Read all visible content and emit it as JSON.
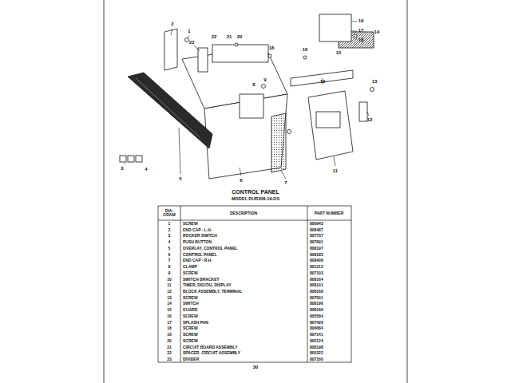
{
  "diagram": {
    "title": "CONTROL PANEL",
    "labels": [
      "MODEL DUR308-19-OS",
      "DIA- GRAM",
      "DESCRIPTION",
      "PART NUMBER",
      "1",
      "SCREW",
      "806943",
      "2",
      "END CAP - L.H.",
      "808487",
      "3",
      "ROCKER SWITCH",
      "807737",
      "4",
      "PUSH BUTTON",
      "807691",
      "5",
      "OVERLAY, CONTROL PANEL",
      "808197",
      "6",
      "CONTROL PANEL",
      "808183",
      "7",
      "END CAP - R.H.",
      "808408",
      "8",
      "CLAMP",
      "801212",
      "9",
      "SCREW",
      "807103",
      "10",
      "SWITCH BRACKET",
      "808164",
      "11",
      "TIMER, DIGITAL DISPLAY",
      "808101",
      "12",
      "BLOCK ASSEMBLY, TERMINAL",
      "808168",
      "13",
      "SCREW",
      "807501",
      "14",
      "SWITCH",
      "808196",
      "15",
      "GUARD",
      "808166",
      "16",
      "SCREW",
      "805584",
      "17",
      "SPLASH PAN",
      "807429",
      "18",
      "SCREW",
      "806684",
      "19",
      "SCREW",
      "807141",
      "20",
      "SCREW",
      "805124",
      "21",
      "CIRCUIT BOARD ASSEMBLY",
      "808198",
      "22",
      "SPACER, CIRCUIT ASSEMBLY",
      "805322",
      "23",
      "DIVIDER",
      "807160",
      "1",
      "2",
      "3",
      "4",
      "5",
      "6",
      "7",
      "8",
      "9",
      "10",
      "11",
      "12",
      "13",
      "14",
      "15",
      "16",
      "17",
      "18",
      "19",
      "20",
      "21",
      "22",
      "23",
      "18",
      "30"
    ]
  }
}
